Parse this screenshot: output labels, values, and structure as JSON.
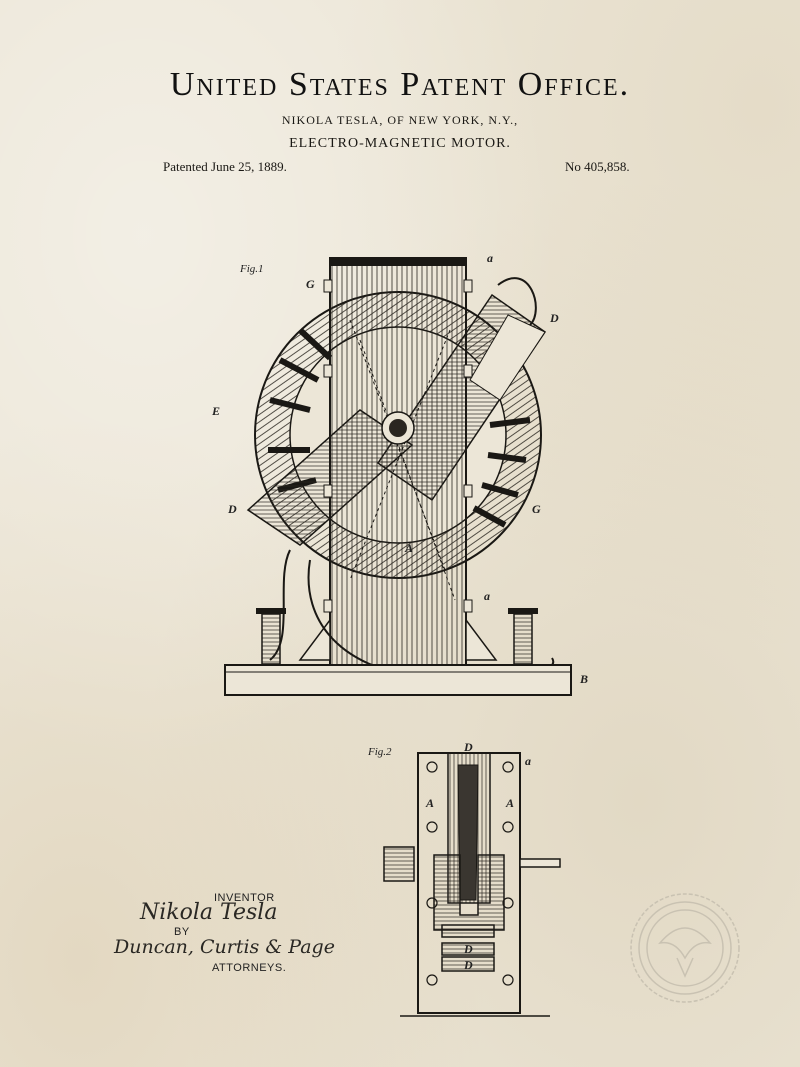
{
  "header": {
    "office_title": "United States Patent Office.",
    "inventor_line": "NIKOLA TESLA, OF NEW YORK, N.Y.,",
    "invention_line": "ELECTRO-MAGNETIC MOTOR.",
    "patent_date": "Patented June 25, 1889.",
    "patent_number": "No 405,858."
  },
  "figures": {
    "fig1": {
      "label": "Fig.1",
      "refs": {
        "a_top": "a",
        "g_left": "G",
        "d_right": "D",
        "e": "E",
        "d_left": "D",
        "g_right": "G",
        "a_center": "A",
        "a_bottom": "a",
        "b": "B"
      }
    },
    "fig2": {
      "label": "Fig.2",
      "refs": {
        "d_top": "D",
        "a_top": "a",
        "a_left": "A",
        "a_right": "A",
        "d_mid": "D",
        "d_low": "D"
      }
    }
  },
  "signature": {
    "inventor_label": "INVENTOR",
    "inventor_signature": "Nikola Tesla",
    "by_label": "BY",
    "attorneys_signature": "Duncan, Curtis & Page",
    "attorneys_label": "ATTORNEYS."
  },
  "seal": {
    "icon": "eagle-seal-icon"
  }
}
